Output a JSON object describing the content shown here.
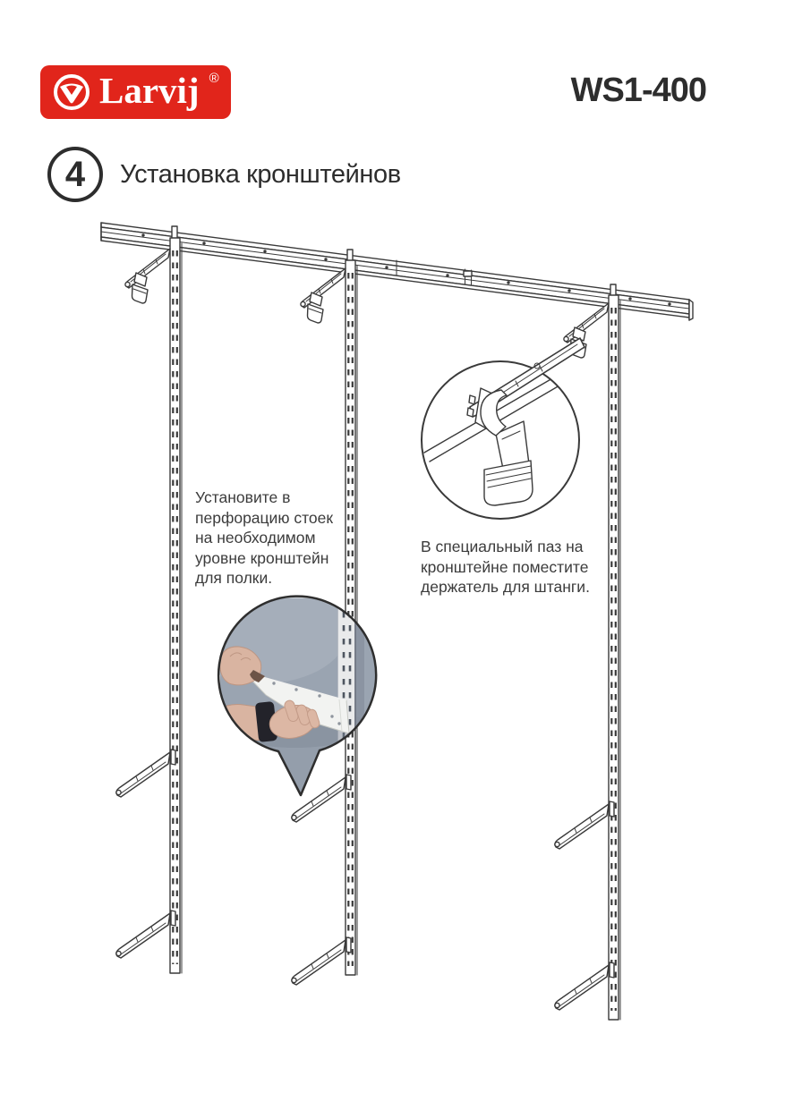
{
  "header": {
    "logo": {
      "text": "Larvij",
      "reg": "®",
      "icon": "larvij-v-circle-icon"
    },
    "model": "WS1-400"
  },
  "step": {
    "number": "4",
    "title": "Установка кронштейнов"
  },
  "notes": {
    "left": {
      "lines": [
        "Установите в",
        "перфорацию стоек",
        "на необходимом",
        "уровне кронштейн",
        "для полки."
      ]
    },
    "right": {
      "lines": [
        "В специальный паз на",
        "кронштейне поместите",
        "держатель для штанги."
      ]
    }
  },
  "colors": {
    "logo_bg": "#e1251b",
    "ink": "#2d2d2d",
    "text": "#3c3c3c",
    "line": "#3a3a3a",
    "wall": "#9aa4b1",
    "bracket_white": "#f2f3f1",
    "skin": "#d9b4a1",
    "wristband": "#23232a"
  },
  "diagram": {
    "parts": [
      "wall-rail",
      "upright-left",
      "upright-middle",
      "upright-right",
      "hang-bracket",
      "shelf-bracket",
      "photo-callout",
      "detail-callout"
    ]
  }
}
